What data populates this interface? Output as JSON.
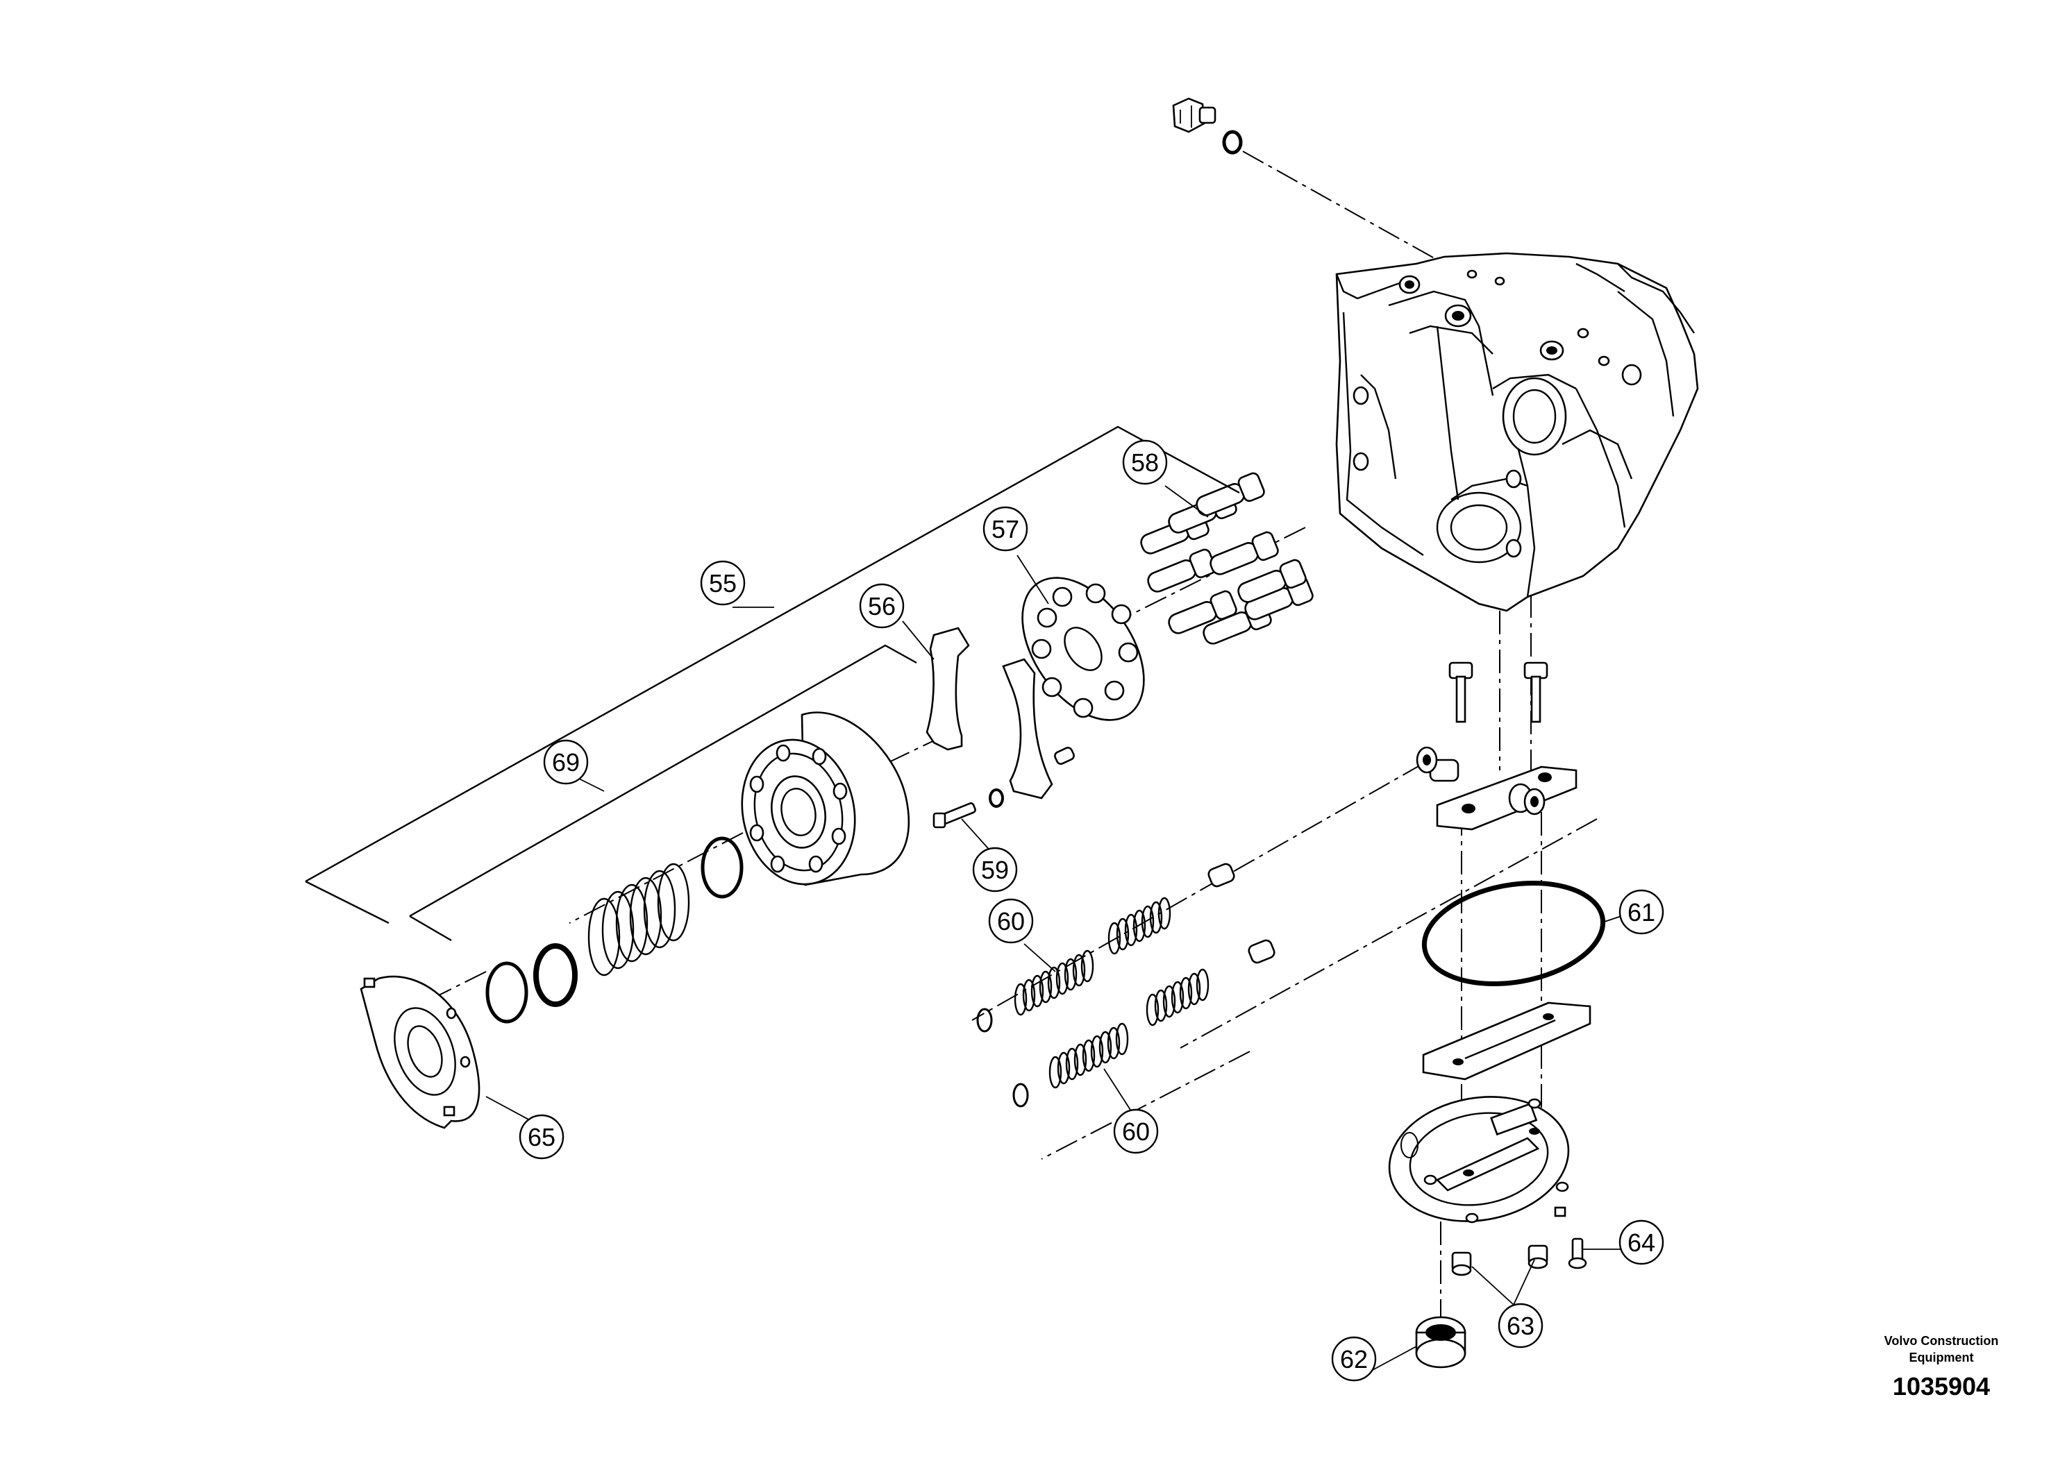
{
  "diagram": {
    "callouts": [
      "55",
      "56",
      "57",
      "58",
      "59",
      "60",
      "60",
      "61",
      "62",
      "63",
      "64",
      "65",
      "69"
    ],
    "credit_line1": "Volvo Construction",
    "credit_line2": "Equipment",
    "figure_number": "1035904"
  }
}
